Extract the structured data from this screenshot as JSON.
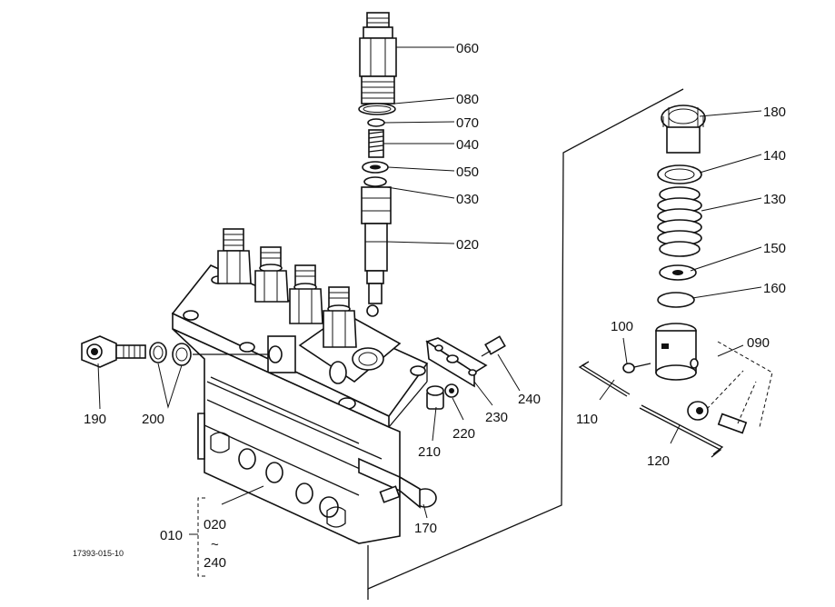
{
  "diagram": {
    "drawing_code": "17393-015-10",
    "assembly_range": {
      "parent": "010",
      "from": "020",
      "tilde": "~",
      "to": "240"
    },
    "callouts": [
      {
        "id": "060",
        "label": "060"
      },
      {
        "id": "080",
        "label": "080"
      },
      {
        "id": "070",
        "label": "070"
      },
      {
        "id": "040",
        "label": "040"
      },
      {
        "id": "050",
        "label": "050"
      },
      {
        "id": "030",
        "label": "030"
      },
      {
        "id": "020",
        "label": "020"
      },
      {
        "id": "180",
        "label": "180"
      },
      {
        "id": "140",
        "label": "140"
      },
      {
        "id": "130",
        "label": "130"
      },
      {
        "id": "150",
        "label": "150"
      },
      {
        "id": "160",
        "label": "160"
      },
      {
        "id": "100",
        "label": "100"
      },
      {
        "id": "090",
        "label": "090"
      },
      {
        "id": "110",
        "label": "110"
      },
      {
        "id": "120",
        "label": "120"
      },
      {
        "id": "190",
        "label": "190"
      },
      {
        "id": "200",
        "label": "200"
      },
      {
        "id": "210",
        "label": "210"
      },
      {
        "id": "220",
        "label": "220"
      },
      {
        "id": "230",
        "label": "230"
      },
      {
        "id": "240",
        "label": "240"
      },
      {
        "id": "170",
        "label": "170"
      }
    ]
  }
}
